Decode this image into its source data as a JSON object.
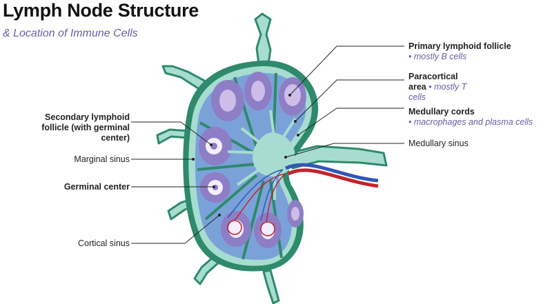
{
  "title": "Lymph Node Structure",
  "subtitle": "& Location of Immune Cells",
  "labels": {
    "primary_follicle": {
      "name": "Primary lymphoid follicle",
      "detail": "mostly B cells"
    },
    "paracortical": {
      "name_line1": "Paracortical",
      "name_line2": "area",
      "detail_line1": "mostly T",
      "detail_line2": "cells"
    },
    "medullary_cords": {
      "name": "Medullary cords",
      "detail": "macrophages and plasma cells"
    },
    "medullary_sinus": "Medullary sinus",
    "secondary_follicle": {
      "line1": "Secondary lymphoid",
      "line2": "follicle (with germinal",
      "line3": "center)"
    },
    "marginal_sinus": "Marginal sinus",
    "germinal_center": "Germinal center",
    "cortical_sinus": "Cortical sinus"
  },
  "colors": {
    "capsule": "#2e8a6a",
    "sinus": "#a6ddd0",
    "follicle": "#8d7ec6",
    "follicle_inner": "#cdbde8",
    "paracortex": "#7aa2d8",
    "vein": "#2f58b6",
    "artery": "#c4232b",
    "accent_text": "#6b5ca5"
  }
}
